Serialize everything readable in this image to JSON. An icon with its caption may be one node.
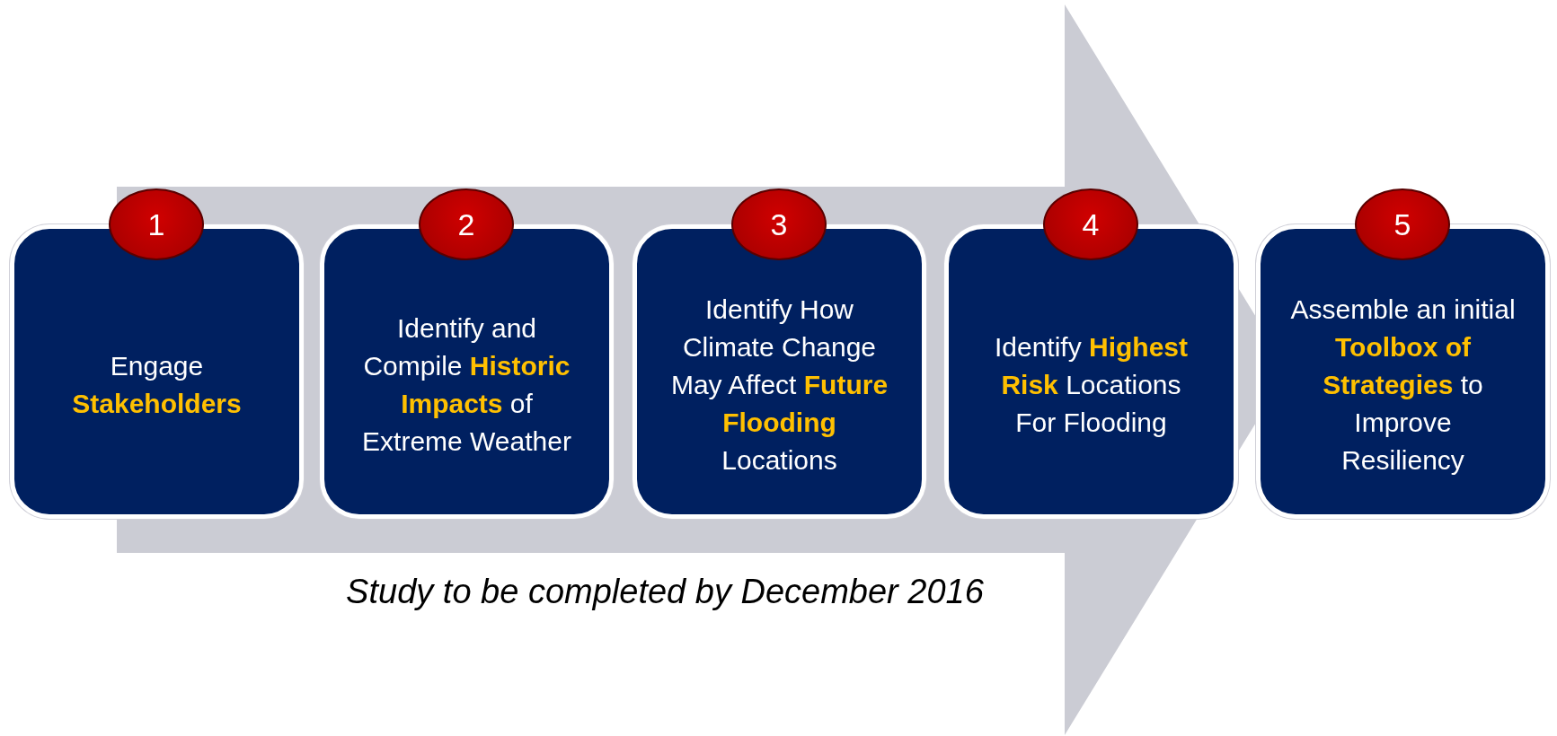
{
  "diagram": {
    "caption": "Study to be completed by December 2016",
    "nodes": [
      {
        "text": [
          "1"
        ]
      },
      {
        "text": [
          "Engage **Stakeholders**"
        ]
      },
      {
        "text": [
          "2"
        ]
      },
      {
        "text": [
          "Identify and Compile **Historic Impacts** of Extreme Weather"
        ]
      },
      {
        "text": [
          "3"
        ]
      },
      {
        "text": [
          "Identify How Climate Change May Affect **Future Flooding** Locations"
        ]
      },
      {
        "text": [
          "4"
        ]
      },
      {
        "text": [
          "Identify **Highest Risk** Locations For Flooding"
        ]
      },
      {
        "text": [
          "5"
        ]
      },
      {
        "text": [
          "Assemble an initial **Toolbox of Strategies** to Improve Resiliency"
        ]
      }
    ],
    "edges": [
      {
        "from": 1,
        "to": 9,
        "arrow": "to"
      }
    ]
  }
}
